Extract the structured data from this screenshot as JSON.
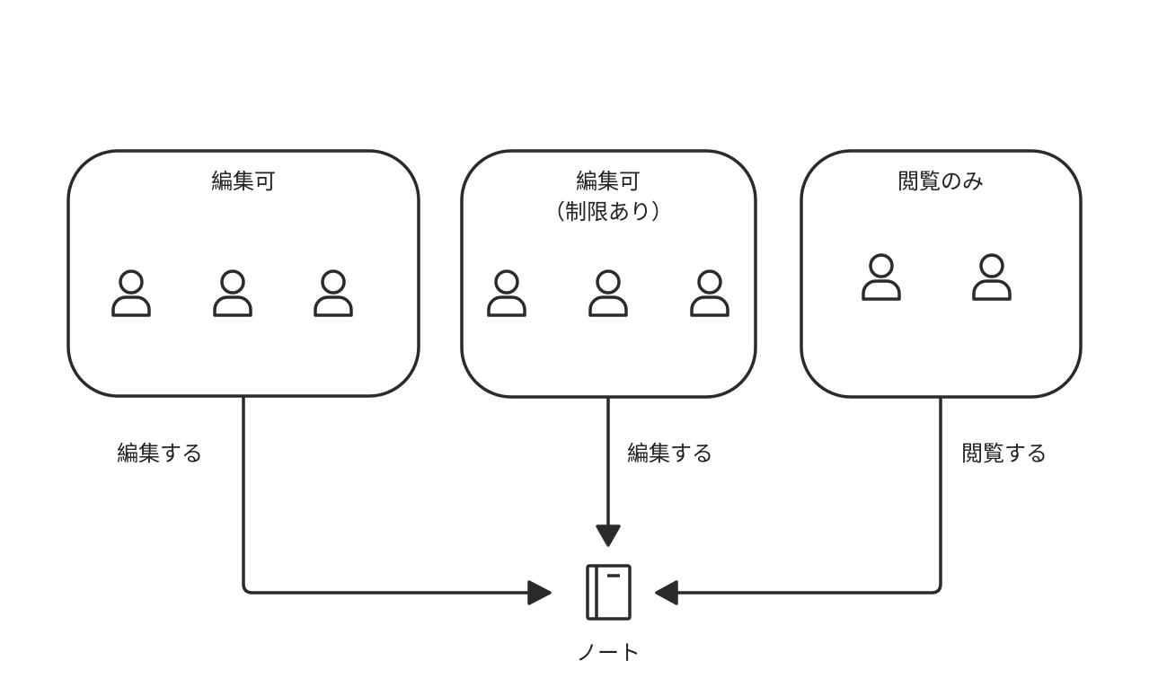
{
  "groups": [
    {
      "title_line1": "編集可",
      "title_line2": "",
      "member_count": 3
    },
    {
      "title_line1": "編集可",
      "title_line2": "（制限あり）",
      "member_count": 3
    },
    {
      "title_line1": "閲覧のみ",
      "title_line2": "",
      "member_count": 2
    }
  ],
  "edges": [
    {
      "label": "編集する"
    },
    {
      "label": "編集する"
    },
    {
      "label": "閲覧する"
    }
  ],
  "target": {
    "label": "ノート",
    "icon": "notebook-icon"
  },
  "member_icon": "person-icon",
  "colors": {
    "stroke": "#2b2b2b",
    "text": "#222222",
    "background": "#ffffff"
  }
}
